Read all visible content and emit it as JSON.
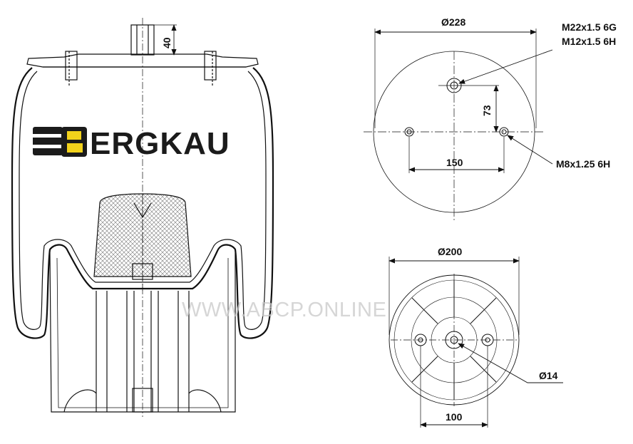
{
  "drawing": {
    "brand_name": "ERGKAU",
    "brand_initial": "B",
    "watermark": "WWW.ABCP.ONLINE",
    "dims": {
      "stud_height": "40",
      "top_diameter": "Ø228",
      "thread_center": "M22x1.5 6G",
      "thread_center_2": "M12x1.5 6H",
      "offset_73": "73",
      "bolt_spacing_top": "150",
      "thread_side": "M8x1.25 6H",
      "bottom_diameter": "Ø200",
      "hole_diameter": "Ø14",
      "bolt_spacing_bottom": "100"
    },
    "colors": {
      "line": "#111111",
      "brand_yellow": "#f2d21b",
      "brand_dark": "#1b1b1b",
      "watermark": "#c9c9c9"
    }
  }
}
